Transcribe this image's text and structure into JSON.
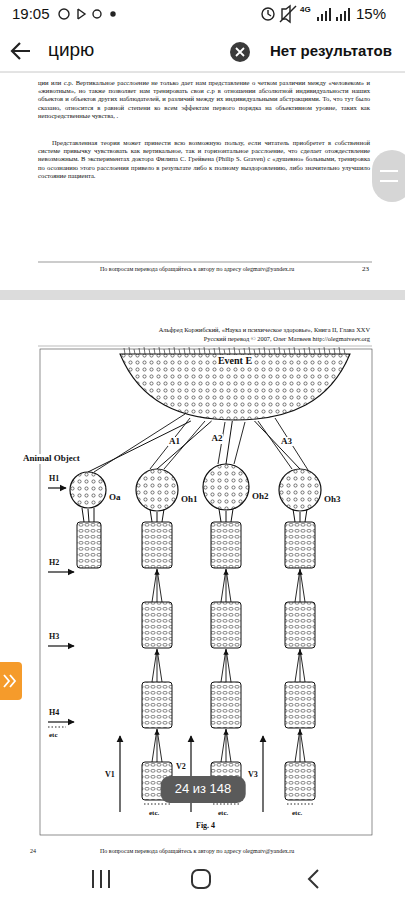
{
  "diagram": {
    "nodes": [
      {
        "text": [
          "Event E"
        ]
      },
      {
        "text": [
          "Animal Object",
          "Oa"
        ]
      },
      {
        "text": [
          "Oh1"
        ]
      },
      {
        "text": [
          "Oh2"
        ]
      },
      {
        "text": [
          "Oh3"
        ]
      }
    ],
    "edges": [
      {
        "from": 0,
        "to": 1,
        "arrow": "none"
      },
      {
        "from": 0,
        "to": 2,
        "label": "A1",
        "arrow": "none"
      },
      {
        "from": 0,
        "to": 3,
        "label": "A2",
        "arrow": "none"
      },
      {
        "from": 0,
        "to": 4,
        "label": "A3",
        "arrow": "none"
      }
    ],
    "labels": [
      "19:05",
      "4G",
      "15%",
      "цирю",
      "Нет результатов",
      "ции или с.р. Вертикальное расслоение не только дает нам представление о четком различии между «человеком» и «животным», но также позволяет нам тренировать свои с.р в отношении абсолютной индивидуальности наших объектов и объектов других наблюдателей, и различий между их индивидуальными абстракциями. То, что тут было сказано, относится в равной степени ко всем эффектам первого порядка на объективном уровне, таких как непосредственные чувства, .",
      "Представленная теория может принести всю возможную пользу, если читатель приобретет в собственной системе привычку чувствовать как вертикальное, так и горизонтальное расслоение, что сделает отождествление невозможным. В экспериментах доктора Филипа С. Грейвена (Philip S. Graven) с «душевно» больными, тренировка по осознанию этого расслоения привело в результате либо к полному выздоровлению, либо значительно улучшило состояние пациента.",
      "По вопросам перевода обращайтесь к автору по адресу olegmatv@yandex.ru",
      "23",
      "Альфред Коржибский, «Наука и психическое здоровье», Книга II, Глава XXV",
      "Русский перевод © 2007, Олег Матвеев http://olegmatveev.org",
      "H1",
      "H2",
      "H3",
      "H4",
      "etc",
      "V1",
      "V2",
      "V3",
      "etc.",
      "etc.",
      "etc.",
      "Fig. 4",
      "24 из 148",
      "24",
      "По вопросам перевода обращайтесь к автору по адресу olegmatv@yandex.ru"
    ]
  }
}
